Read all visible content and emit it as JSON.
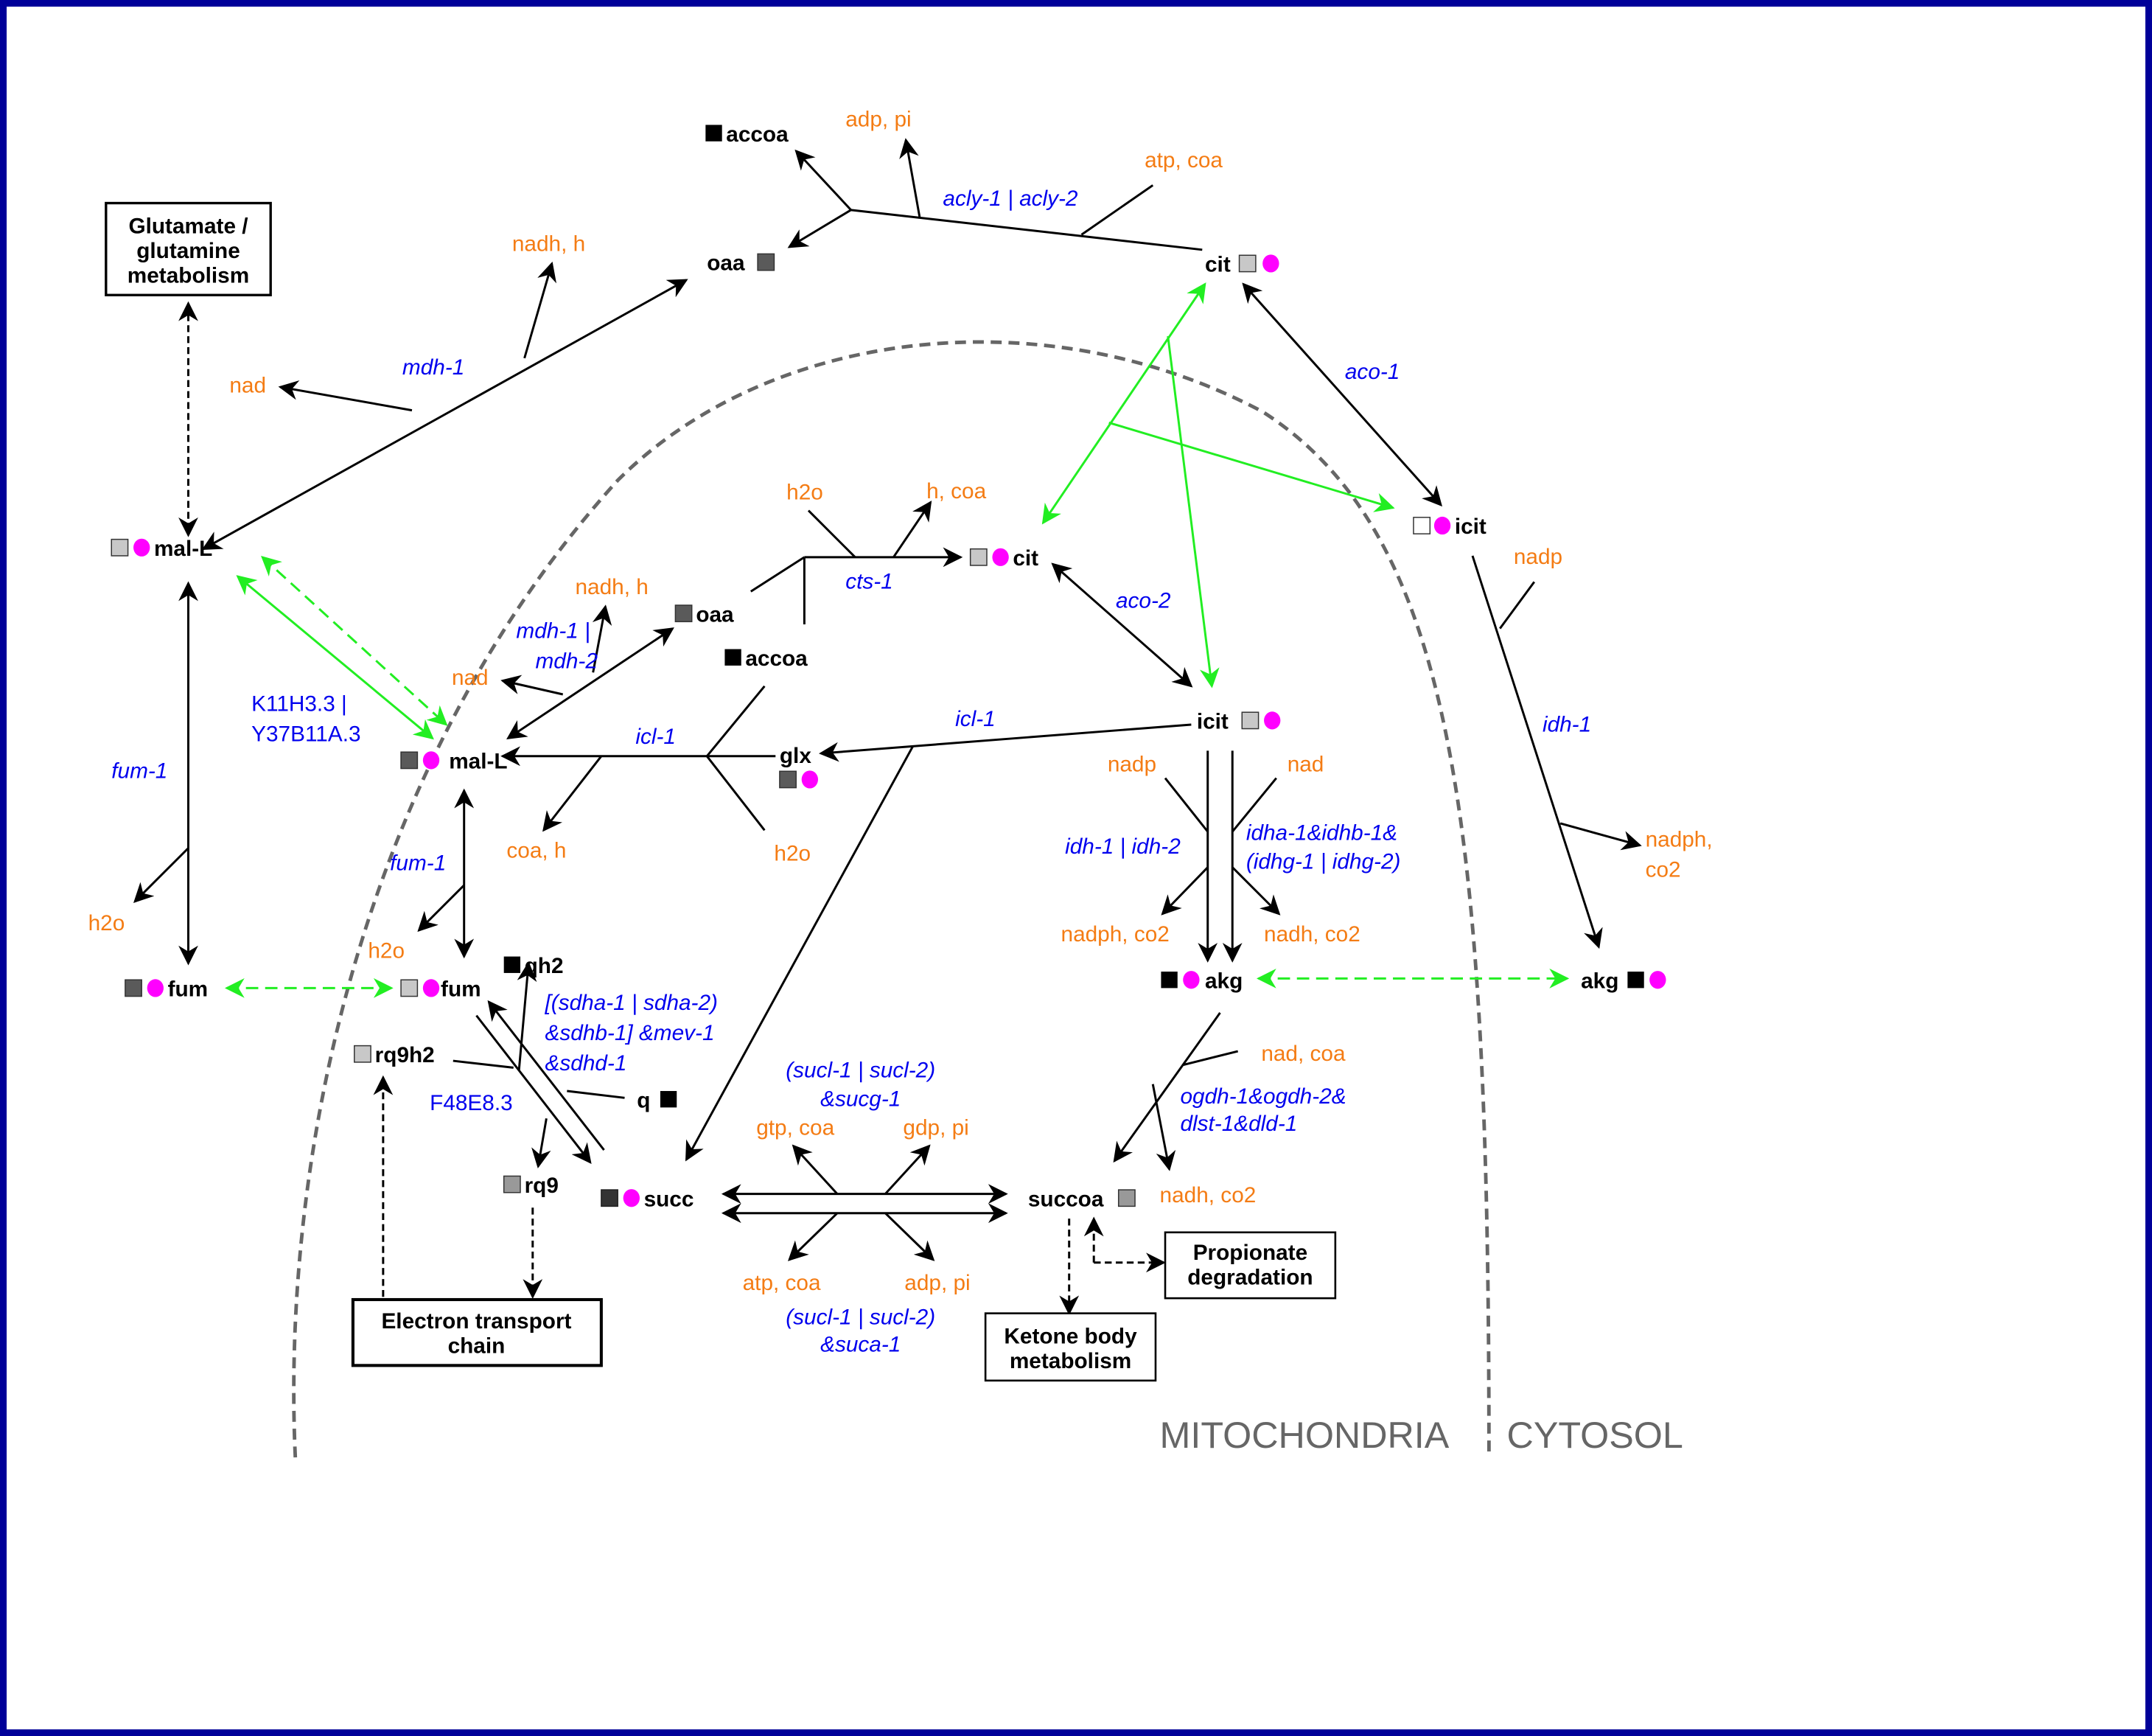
{
  "diagram": {
    "title_regions": {
      "mitochondria": "MITOCHONDRIA",
      "cytosol": "CYTOSOL"
    },
    "colors": {
      "frame": "#000099",
      "metabolite_text": "#000000",
      "cofactor_text": "#f47c14",
      "gene_text": "#0000ee",
      "transport_arrow": "#22ee22",
      "membrane": "#666666",
      "marker_magenta": "#ff00ff",
      "marker_black": "#000000",
      "marker_darkgray": "#5a5a5a",
      "marker_midgray": "#999999",
      "marker_lightgray": "#c8c8c8",
      "marker_white": "#ffffff"
    },
    "pathway_boxes": {
      "glutamate": [
        "Glutamate /",
        "glutamine",
        "metabolism"
      ],
      "etc": [
        "Electron transport",
        "chain"
      ],
      "ketone": [
        "Ketone body",
        "metabolism"
      ],
      "propionate": [
        "Propionate",
        "degradation"
      ]
    },
    "metabolites": {
      "accoa_cyt": "accoa",
      "oaa_cyt": "oaa",
      "cit_cyt": "cit",
      "icit_cyt": "icit",
      "akg_cyt": "akg",
      "mal_cyt": "mal-L",
      "fum_cyt": "fum",
      "cit_mit": "cit",
      "oaa_mit": "oaa",
      "accoa_mit": "accoa",
      "mal_mit": "mal-L",
      "glx_mit": "glx",
      "icit_mit": "icit",
      "akg_mit": "akg",
      "fum_mit": "fum",
      "qh2": "qh2",
      "rq9h2": "rq9h2",
      "q": "q",
      "rq9": "rq9",
      "succ": "succ",
      "succoa": "succoa"
    },
    "cofactors": {
      "acly_adp": "adp, pi",
      "acly_atp": "atp, coa",
      "mdh_cyt_nadh": "nadh, h",
      "mdh_cyt_nad": "nad",
      "cts_h2o": "h2o",
      "cts_hcoa": "h, coa",
      "mdh_mit_nadh": "nadh, h",
      "mdh_mit_nad": "nad",
      "icl_coah": "coa, h",
      "icl_h2o": "h2o",
      "fum_cyt_h2o": "h2o",
      "fum_mit_h2o": "h2o",
      "idh_cyt_nadp": "nadp",
      "idh_cyt_nadph": "nadph,",
      "idh_cyt_co2": "co2",
      "idh_mit_nadp": "nadp",
      "idh_mit_nad": "nad",
      "idh_mit_nadph": "nadph, co2",
      "idh_mit_nadh": "nadh, co2",
      "ogdh_nadcoa": "nad, coa",
      "ogdh_nadh": "nadh, co2",
      "sucg_gtp": "gtp, coa",
      "sucg_gdp": "gdp, pi",
      "suca_atp": "atp, coa",
      "suca_adp": "adp, pi"
    },
    "genes": {
      "acly": "acly-1 | acly-2",
      "mdh_cyt": "mdh-1",
      "aco1": "aco-1",
      "idh_cyt": "idh-1",
      "cts": "cts-1",
      "mdh_mit": [
        "mdh-1 |",
        "mdh-2"
      ],
      "aco2": "aco-2",
      "icl_left": "icl-1",
      "icl_right": "icl-1",
      "mal_transport": [
        "K11H3.3 |",
        "Y37B11A.3"
      ],
      "fum_cyt": "fum-1",
      "fum_mit": "fum-1",
      "idh_nadp": "idh-1 | idh-2",
      "idh_nad": [
        "idha-1&idhb-1&",
        "(idhg-1 | idhg-2)"
      ],
      "sdh": [
        "[(sdha-1 | sdha-2)",
        "&sdhb-1] &mev-1",
        "&sdhd-1"
      ],
      "f48": "F48E8.3",
      "ogdh": [
        "ogdh-1&ogdh-2&",
        "dlst-1&dld-1"
      ],
      "sucg": [
        "(sucl-1 | sucl-2)",
        "&sucg-1"
      ],
      "suca": [
        "(sucl-1 | sucl-2)",
        "&suca-1"
      ]
    }
  }
}
